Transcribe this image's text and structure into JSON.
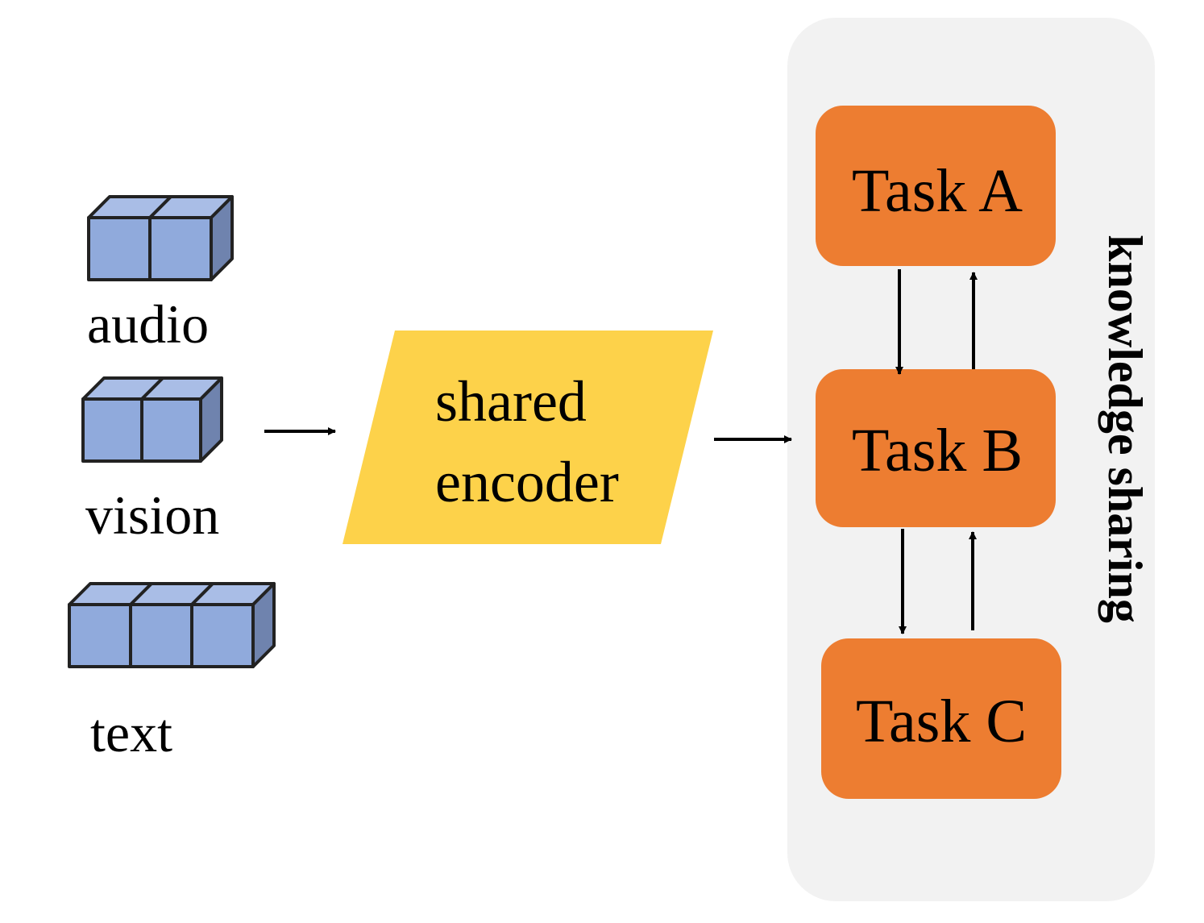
{
  "modalities": [
    {
      "label": "audio",
      "cubes": 2
    },
    {
      "label": "vision",
      "cubes": 2
    },
    {
      "label": "text",
      "cubes": 3
    }
  ],
  "encoder": {
    "line1": "shared",
    "line2": "encoder"
  },
  "tasks": [
    {
      "label": "Task A"
    },
    {
      "label": "Task B"
    },
    {
      "label": "Task C"
    }
  ],
  "sharing_label": "knowledge sharing",
  "colors": {
    "cube_front": "#90aadc",
    "cube_top": "#a9bde6",
    "cube_side": "#6f83ae",
    "encoder_fill": "#fdd24a",
    "task_fill": "#ed7d31",
    "panel_fill": "#f2f2f2"
  }
}
